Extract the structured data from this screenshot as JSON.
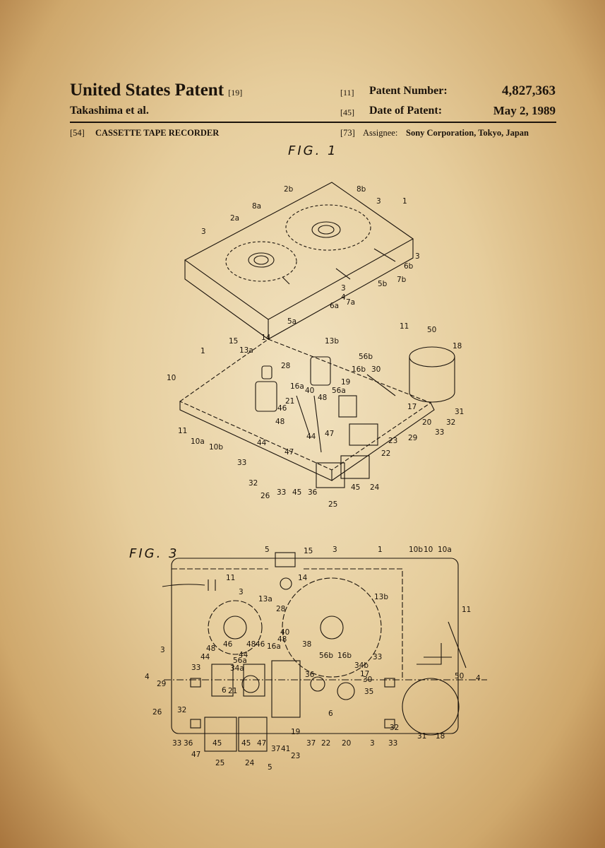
{
  "header": {
    "title": "United States Patent",
    "title_code": "[19]",
    "inventors": "Takashima et al.",
    "patent_number_code": "[11]",
    "patent_number_label": "Patent Number:",
    "patent_number": "4,827,363",
    "date_code": "[45]",
    "date_label": "Date of Patent:",
    "date": "May 2, 1989",
    "title_field_code": "[54]",
    "invention_title": "CASSETTE TAPE RECORDER",
    "assignee_code": "[73]",
    "assignee_label": "Assignee:",
    "assignee": "Sony Corporation, Tokyo, Japan"
  },
  "figures": [
    {
      "title": "FIG. 1",
      "labels": [
        "1",
        "2a",
        "2b",
        "8a",
        "8b",
        "3",
        "3",
        "3",
        "3",
        "6b",
        "7b",
        "5b",
        "4",
        "6a",
        "7a",
        "5a",
        "11",
        "50",
        "18",
        "14",
        "13b",
        "15",
        "13a",
        "1",
        "28",
        "56b",
        "16b",
        "30",
        "19",
        "10",
        "16a",
        "40",
        "56a",
        "48",
        "21",
        "46",
        "11",
        "48",
        "44",
        "47",
        "17",
        "20",
        "33",
        "32",
        "31",
        "29",
        "23",
        "22",
        "10a",
        "10b",
        "44",
        "47",
        "33",
        "32",
        "26",
        "33",
        "45",
        "36",
        "45",
        "24",
        "25"
      ]
    },
    {
      "title": "FIG. 3",
      "labels": [
        "5",
        "15",
        "3",
        "1",
        "10b",
        "10",
        "10a",
        "11",
        "14",
        "3",
        "13a",
        "28",
        "13b",
        "11",
        "3",
        "48",
        "46",
        "48",
        "46",
        "40",
        "38",
        "44",
        "44",
        "56a",
        "34a",
        "16a",
        "48",
        "56b",
        "16b",
        "34b",
        "33",
        "17",
        "30",
        "35",
        "50",
        "4",
        "4",
        "29",
        "33",
        "36",
        "26",
        "32",
        "6",
        "21",
        "6",
        "37",
        "22",
        "20",
        "3",
        "33",
        "32",
        "31",
        "18",
        "33",
        "36",
        "47",
        "45",
        "45",
        "47",
        "19",
        "37",
        "41",
        "23",
        "25",
        "24",
        "5"
      ]
    }
  ],
  "colors": {
    "ink": "#1c140c",
    "paper": "#e6cd9c"
  }
}
